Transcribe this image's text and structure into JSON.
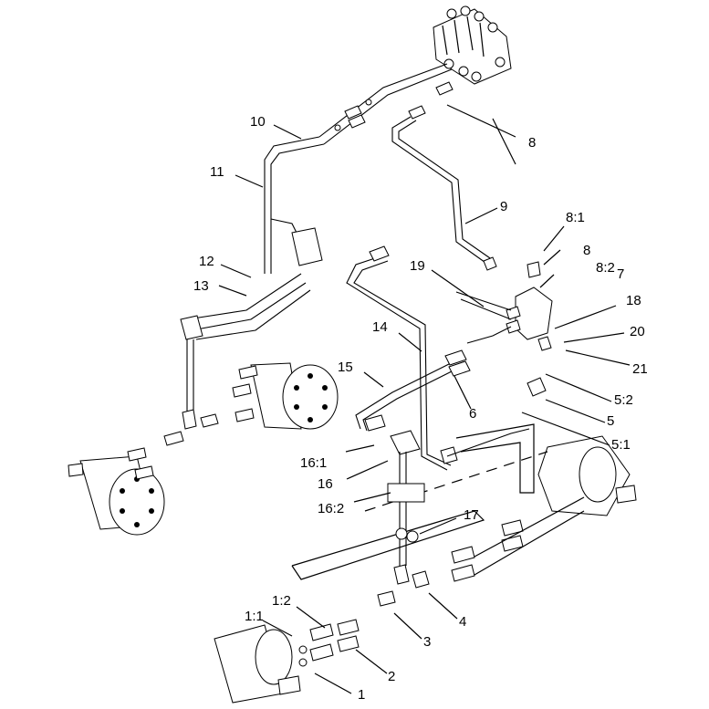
{
  "labels": {
    "l1": "1",
    "l1_1": "1:1",
    "l1_2": "1:2",
    "l2": "2",
    "l3": "3",
    "l4": "4",
    "l5": "5",
    "l5_1": "5:1",
    "l5_2": "5:2",
    "l6": "6",
    "l7": "7",
    "l8": "8",
    "l8_1": "8:1",
    "l8_2": "8:2",
    "l8b": "8",
    "l9": "9",
    "l10": "10",
    "l11": "11",
    "l12": "12",
    "l13": "13",
    "l14": "14",
    "l15": "15",
    "l16": "16",
    "l16_1": "16:1",
    "l16_2": "16:2",
    "l17": "17",
    "l18": "18",
    "l19": "19",
    "l20": "20",
    "l21": "21"
  }
}
